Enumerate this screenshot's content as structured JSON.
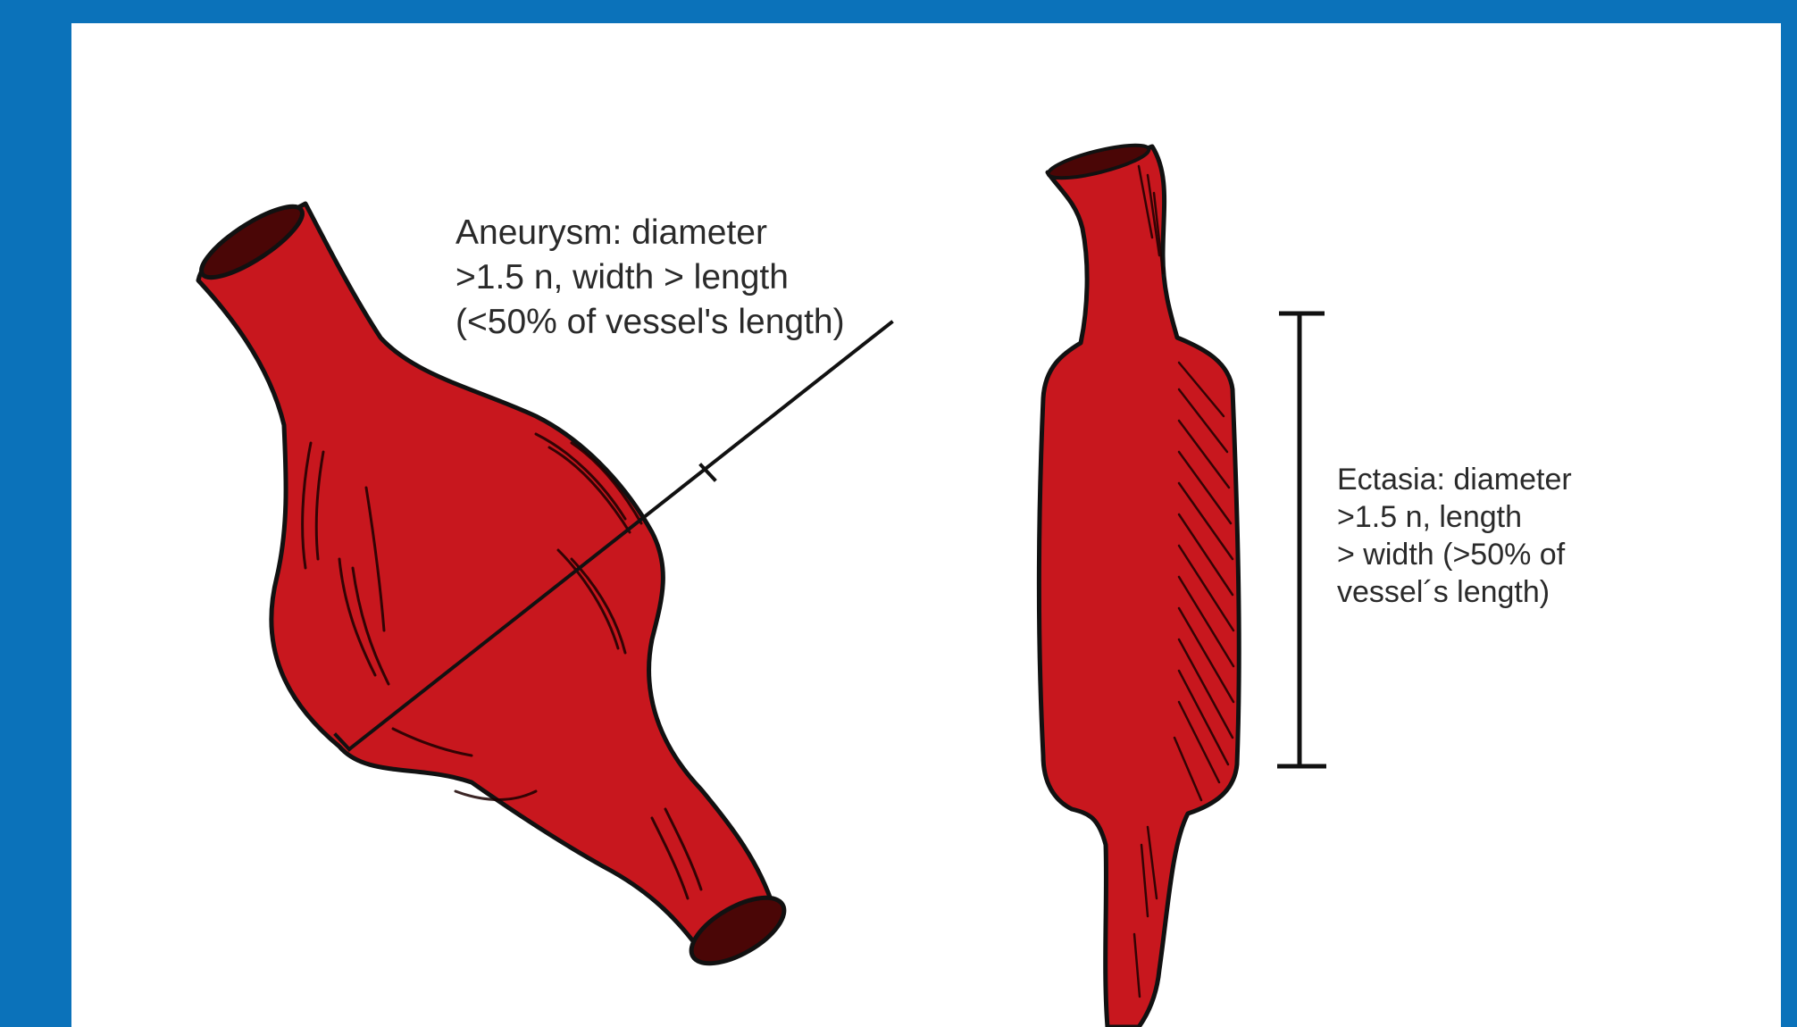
{
  "figure": {
    "colors": {
      "frame_border": "#0B72BA",
      "background": "#ffffff",
      "vessel_fill": "#C8171E",
      "vessel_outline": "#111111",
      "label_text": "#2a2a2a"
    },
    "aneurysm": {
      "label_lines": [
        "Aneurysm: diameter",
        ">1.5 n, width > length",
        "(<50% of vessel's length)"
      ]
    },
    "ectasia": {
      "label_lines": [
        "Ectasia: diameter",
        ">1.5 n, length",
        "> width (>50% of",
        "vessel´s length)"
      ]
    }
  }
}
